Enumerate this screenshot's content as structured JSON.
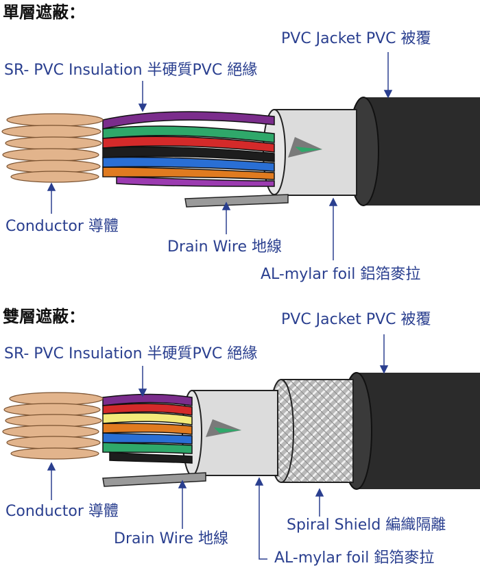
{
  "top": {
    "heading": "單層遮蔽：",
    "labels": {
      "jacket": "PVC Jacket PVC 被覆",
      "insulation": "SR- PVC Insulation 半硬質PVC 絕緣",
      "conductor": "Conductor 導體",
      "drain": "Drain Wire 地線",
      "foil": "AL-mylar foil 鋁箔麥拉"
    }
  },
  "bottom": {
    "heading": "雙層遮蔽：",
    "labels": {
      "jacket": "PVC Jacket PVC 被覆",
      "insulation": "SR- PVC Insulation 半硬質PVC 絕緣",
      "conductor": "Conductor 導體",
      "drain": "Drain Wire 地線",
      "spiral": "Spiral Shield 編織隔離",
      "foil": "AL-mylar foil 鋁箔麥拉"
    }
  },
  "colors": {
    "label_text": "#2a3f8f",
    "jacket": "#2b2b2b",
    "foil": "#dcdcdc",
    "copper": "#e2b48c",
    "braid": "#b9b9b9"
  }
}
